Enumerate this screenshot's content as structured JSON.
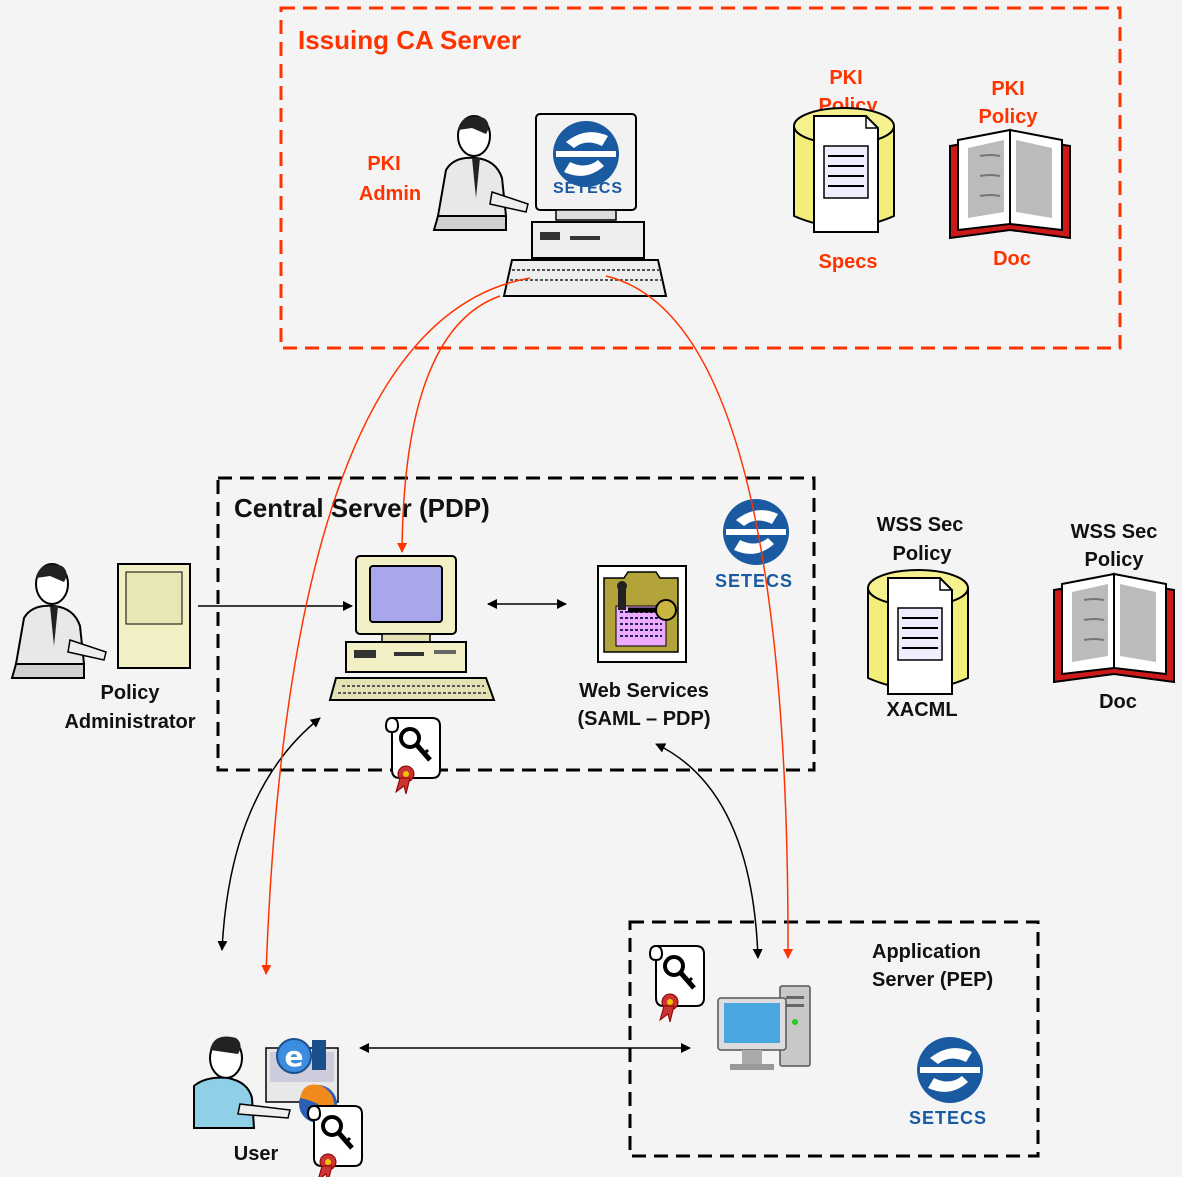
{
  "colors": {
    "background": "#f4f4f4",
    "accent_red": "#ff3300",
    "label_red": "#ff3300",
    "label_dark": "#111111",
    "setecs_blue": "#1a5aa0",
    "box_red": "#ff3300",
    "box_black": "#000000"
  },
  "boxes": {
    "issuing_ca": {
      "title": "Issuing CA Server"
    },
    "central": {
      "title": "Central Server (PDP)"
    },
    "app_server": {
      "title_line1": "Application",
      "title_line2": "Server (PEP)"
    }
  },
  "issuing_ca": {
    "admin_line1": "PKI",
    "admin_line2": "Admin",
    "specs_title_line1": "PKI",
    "specs_title_line2": "Policy",
    "specs_caption": "Specs",
    "doc_title_line1": "PKI",
    "doc_title_line2": "Policy",
    "doc_caption": "Doc",
    "logo_text": "SETECS"
  },
  "central": {
    "admin_line1": "Policy",
    "admin_line2": "Administrator",
    "ws_line1": "Web Services",
    "ws_line2": "(SAML – PDP)",
    "logo_text": "SETECS"
  },
  "wss": {
    "xacml_title_line1": "WSS Sec",
    "xacml_title_line2": "Policy",
    "xacml_caption": "XACML",
    "doc_title_line1": "WSS Sec",
    "doc_title_line2": "Policy",
    "doc_caption": "Doc"
  },
  "user": {
    "label": "User"
  },
  "app": {
    "logo_text": "SETECS"
  },
  "icons": [
    "admin-person-icon",
    "setecs-logo-icon",
    "desktop-computer-icon",
    "policy-cylinder-icon",
    "open-book-icon",
    "certificate-key-icon",
    "key-folder-icon",
    "server-computer-icon",
    "browser-icon"
  ]
}
